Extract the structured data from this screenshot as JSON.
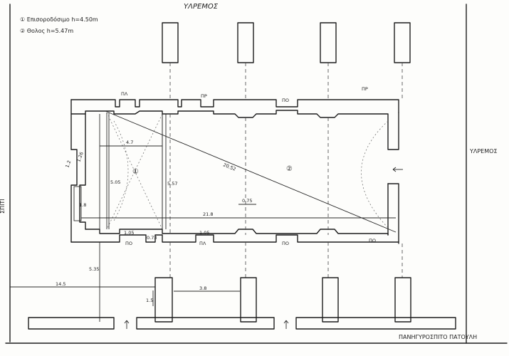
{
  "notes": {
    "note1": "① Επισοροδόσιμο h=4.50m",
    "note2": "② Θολος h=5.47m"
  },
  "streets": {
    "top": "ΥΛΡΕΜΟΣ",
    "right": "ΥΛΡΕΜΟΣ",
    "left": "ΣΠΙΤΙ",
    "bottom": "ΠΑΝΗΓΥΡΟΣΠΙΤΟ ΠΑΤΟΥΛΗ"
  },
  "rooms": {
    "room1": "①",
    "room2": "②"
  },
  "dimensions": {
    "d_4_7": "4.7",
    "d_5_05": "5.05",
    "d_5_57": "5.57",
    "d_20_52": "20.52",
    "d_0_75": "0.75",
    "d_21_8": "21.8",
    "d_1_05a": "1.05",
    "d_1_05b": "1.05",
    "d_0_73": "0.73",
    "d_1_26": "1.26",
    "d_1_2": "1.2",
    "d_1_8": "1.8",
    "d_5_35": "5.35",
    "d_14_5": "14.5",
    "d_3_8": "3.8",
    "d_1_5": "1.5"
  },
  "openings": {
    "top_pi_1": "ΠΛ",
    "top_pi_2": "ΠΡ",
    "top_po_3": "ΠΟ",
    "top_pi_4": "ΠΡ",
    "bot_po_1": "ΠΟ",
    "bot_pi_2": "ΠΛ",
    "bot_po_3": "ΠΟ",
    "bot_po_4": "ΠΟ"
  }
}
